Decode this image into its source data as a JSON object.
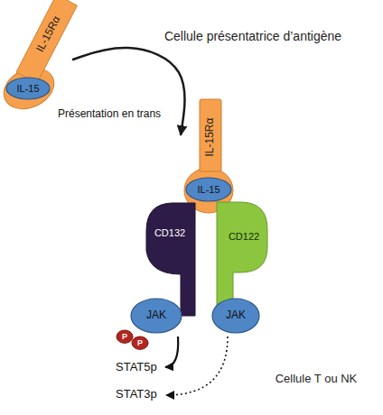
{
  "diagram": {
    "nodes": [
      {
        "text": [
          "Cellule présentatrice d’antigène"
        ]
      },
      {
        "text": [
          "IL-15Rα"
        ],
        "in": 0
      },
      {
        "text": [
          "IL-15"
        ],
        "in": 1
      },
      {
        "text": [
          "IL-15Rα"
        ],
        "in": 0
      },
      {
        "text": [
          "IL-15"
        ],
        "in": 3
      },
      {
        "text": [
          "Cellule T ou NK"
        ]
      },
      {
        "text": [
          "CD132"
        ]
      },
      {
        "text": [
          "CD122"
        ]
      },
      {
        "text": [
          "JAK"
        ],
        "in": 5
      },
      {
        "text": [
          "P"
        ],
        "in": 5
      },
      {
        "text": [
          "P"
        ],
        "in": 5
      },
      {
        "text": [
          "JAK"
        ],
        "in": 5
      }
    ],
    "edges": [
      {
        "from": 1,
        "to": 3,
        "arrow": "to"
      }
    ],
    "labels": [
      "Présentation en trans",
      "STAT5p",
      "STAT3p"
    ]
  }
}
